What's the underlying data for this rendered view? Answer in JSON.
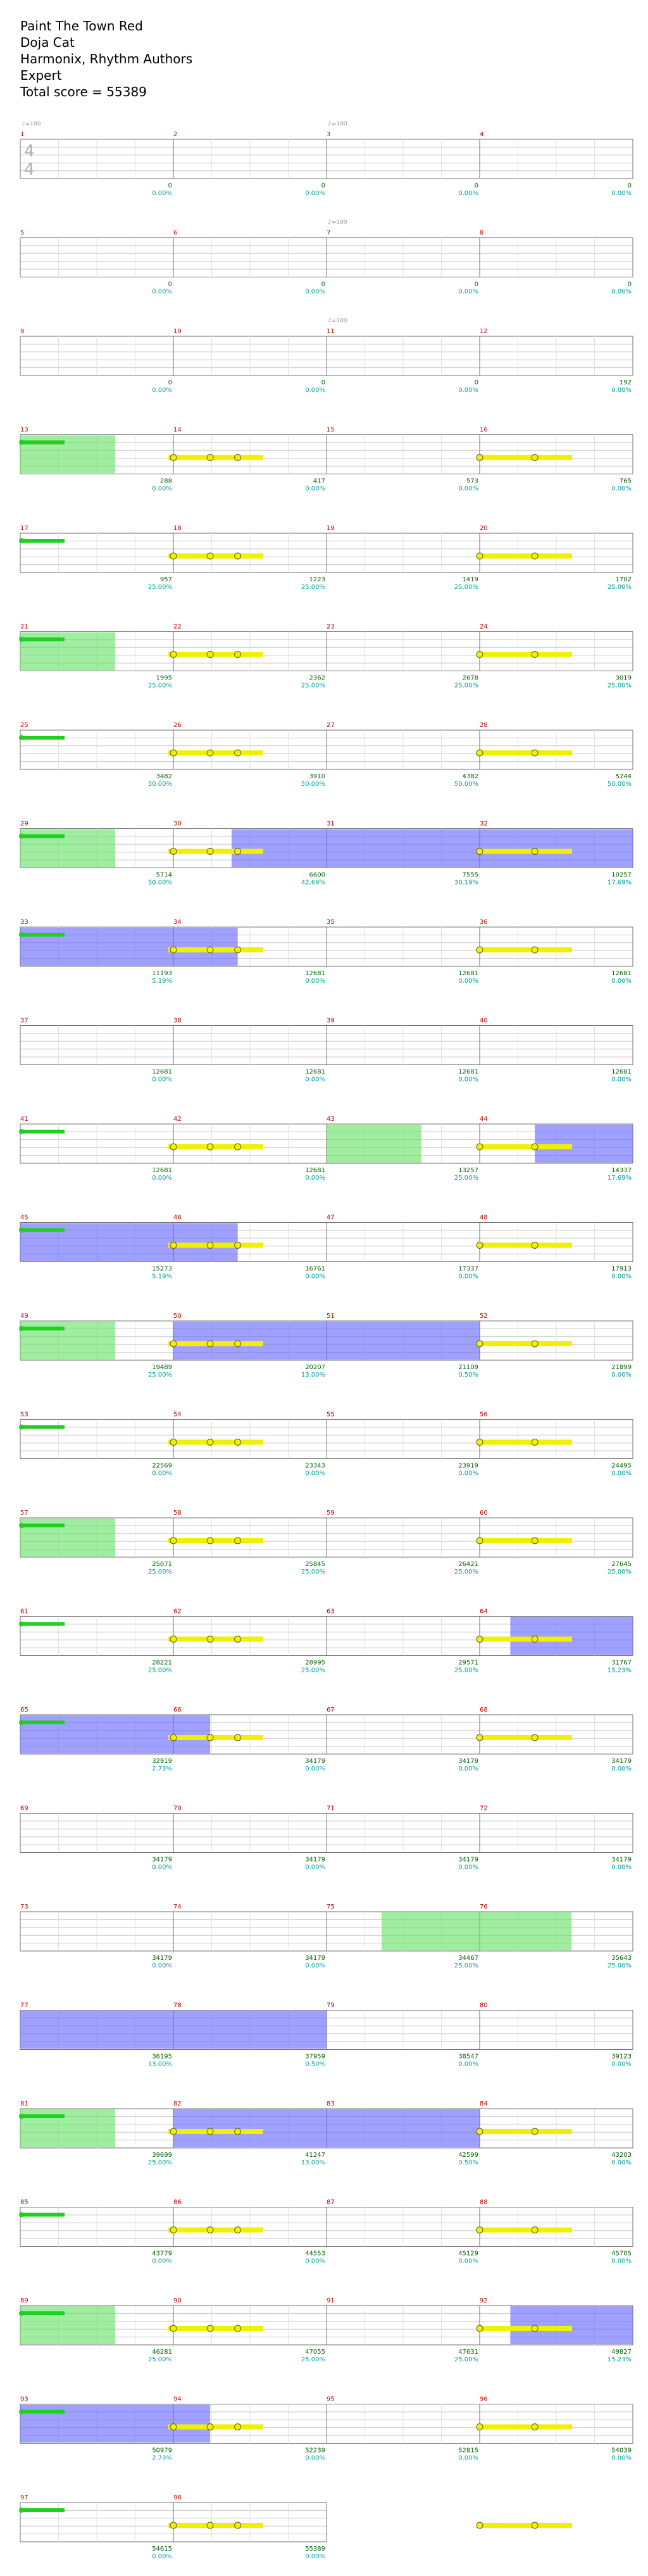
{
  "header": {
    "title": "Paint The Town Red",
    "artist": "Doja Cat",
    "charter": "Harmonix, Rhythm Authors",
    "difficulty": "Expert",
    "total_score": "Total score = 55389"
  },
  "time_signature": {
    "numerator": "4",
    "denominator": "4"
  },
  "colors": {
    "staff_line": "#c8c8c8",
    "measure_number": "#c00000",
    "score": "#006000",
    "percent": "#00a0a0",
    "star_power": "#6060ff",
    "activation": "#60e060",
    "note_yellow": "#f0f000",
    "note_green": "#20d020",
    "note_red": "#e00000",
    "note_orange": "#f08000"
  },
  "measures": [
    {
      "n": "1",
      "tempo": "♪=100",
      "score": "0",
      "pct": "0.00%"
    },
    {
      "n": "2",
      "tempo": "",
      "score": "0",
      "pct": "0.00%"
    },
    {
      "n": "3",
      "tempo": "♪=100",
      "score": "0",
      "pct": "0.00%"
    },
    {
      "n": "4",
      "tempo": "",
      "score": "0",
      "pct": "0.00%"
    },
    {
      "n": "5",
      "tempo": "",
      "score": "0",
      "pct": "0.00%"
    },
    {
      "n": "6",
      "tempo": "",
      "score": "0",
      "pct": "0.00%"
    },
    {
      "n": "7",
      "tempo": "♪=100",
      "score": "0",
      "pct": "0.00%"
    },
    {
      "n": "8",
      "tempo": "",
      "score": "0",
      "pct": "0.00%"
    },
    {
      "n": "9",
      "tempo": "",
      "score": "0",
      "pct": "0.00%"
    },
    {
      "n": "10",
      "tempo": "",
      "score": "0",
      "pct": "0.00%"
    },
    {
      "n": "11",
      "tempo": "♪=100",
      "score": "0",
      "pct": "0.00%"
    },
    {
      "n": "12",
      "tempo": "",
      "score": "192",
      "pct": "0.00%"
    },
    {
      "n": "13",
      "tempo": "",
      "score": "288",
      "pct": "0.00%"
    },
    {
      "n": "14",
      "tempo": "",
      "score": "417",
      "pct": "0.00%"
    },
    {
      "n": "15",
      "tempo": "",
      "score": "573",
      "pct": "0.00%"
    },
    {
      "n": "16",
      "tempo": "",
      "score": "765",
      "pct": "0.00%"
    },
    {
      "n": "17",
      "tempo": "",
      "score": "957",
      "pct": "25.00%"
    },
    {
      "n": "18",
      "tempo": "",
      "score": "1223",
      "pct": "25.00%"
    },
    {
      "n": "19",
      "tempo": "",
      "score": "1419",
      "pct": "25.00%"
    },
    {
      "n": "20",
      "tempo": "",
      "score": "1702",
      "pct": "25.00%"
    },
    {
      "n": "21",
      "tempo": "",
      "score": "1995",
      "pct": "25.00%"
    },
    {
      "n": "22",
      "tempo": "",
      "score": "2362",
      "pct": "25.00%"
    },
    {
      "n": "23",
      "tempo": "",
      "score": "2678",
      "pct": "25.00%"
    },
    {
      "n": "24",
      "tempo": "",
      "score": "3019",
      "pct": "25.00%"
    },
    {
      "n": "25",
      "tempo": "",
      "score": "3482",
      "pct": "50.00%"
    },
    {
      "n": "26",
      "tempo": "",
      "score": "3910",
      "pct": "50.00%"
    },
    {
      "n": "27",
      "tempo": "",
      "score": "4382",
      "pct": "50.00%"
    },
    {
      "n": "28",
      "tempo": "",
      "score": "5244",
      "pct": "50.00%"
    },
    {
      "n": "29",
      "tempo": "",
      "score": "5714",
      "pct": "50.00%"
    },
    {
      "n": "30",
      "tempo": "",
      "score": "6600",
      "pct": "42.69%"
    },
    {
      "n": "31",
      "tempo": "",
      "score": "7555",
      "pct": "30.19%"
    },
    {
      "n": "32",
      "tempo": "",
      "score": "10257",
      "pct": "17.69%"
    },
    {
      "n": "33",
      "tempo": "",
      "score": "11193",
      "pct": "5.19%"
    },
    {
      "n": "34",
      "tempo": "",
      "score": "12681",
      "pct": "0.00%"
    },
    {
      "n": "35",
      "tempo": "",
      "score": "12681",
      "pct": "0.00%"
    },
    {
      "n": "36",
      "tempo": "",
      "score": "12681",
      "pct": "0.00%"
    },
    {
      "n": "37",
      "tempo": "",
      "score": "12681",
      "pct": "0.00%"
    },
    {
      "n": "38",
      "tempo": "",
      "score": "12681",
      "pct": "0.00%"
    },
    {
      "n": "39",
      "tempo": "",
      "score": "12681",
      "pct": "0.00%"
    },
    {
      "n": "40",
      "tempo": "",
      "score": "12681",
      "pct": "0.00%"
    },
    {
      "n": "41",
      "tempo": "",
      "score": "12681",
      "pct": "0.00%"
    },
    {
      "n": "42",
      "tempo": "",
      "score": "12681",
      "pct": "0.00%"
    },
    {
      "n": "43",
      "tempo": "",
      "score": "13257",
      "pct": "25.00%"
    },
    {
      "n": "44",
      "tempo": "",
      "score": "14337",
      "pct": "17.69%"
    },
    {
      "n": "45",
      "tempo": "",
      "score": "15273",
      "pct": "5.19%"
    },
    {
      "n": "46",
      "tempo": "",
      "score": "16761",
      "pct": "0.00%"
    },
    {
      "n": "47",
      "tempo": "",
      "score": "17337",
      "pct": "0.00%"
    },
    {
      "n": "48",
      "tempo": "",
      "score": "17913",
      "pct": "0.00%"
    },
    {
      "n": "49",
      "tempo": "",
      "score": "19489",
      "pct": "25.00%"
    },
    {
      "n": "50",
      "tempo": "",
      "score": "20207",
      "pct": "13.00%"
    },
    {
      "n": "51",
      "tempo": "",
      "score": "21109",
      "pct": "0.50%"
    },
    {
      "n": "52",
      "tempo": "",
      "score": "21899",
      "pct": "0.00%"
    },
    {
      "n": "53",
      "tempo": "",
      "score": "22569",
      "pct": "0.00%"
    },
    {
      "n": "54",
      "tempo": "",
      "score": "23343",
      "pct": "0.00%"
    },
    {
      "n": "55",
      "tempo": "",
      "score": "23919",
      "pct": "0.00%"
    },
    {
      "n": "56",
      "tempo": "",
      "score": "24495",
      "pct": "0.00%"
    },
    {
      "n": "57",
      "tempo": "",
      "score": "25071",
      "pct": "25.00%"
    },
    {
      "n": "58",
      "tempo": "",
      "score": "25845",
      "pct": "25.00%"
    },
    {
      "n": "59",
      "tempo": "",
      "score": "26421",
      "pct": "25.00%"
    },
    {
      "n": "60",
      "tempo": "",
      "score": "27645",
      "pct": "25.00%"
    },
    {
      "n": "61",
      "tempo": "",
      "score": "28221",
      "pct": "25.00%"
    },
    {
      "n": "62",
      "tempo": "",
      "score": "28995",
      "pct": "25.00%"
    },
    {
      "n": "63",
      "tempo": "",
      "score": "29571",
      "pct": "25.00%"
    },
    {
      "n": "64",
      "tempo": "",
      "score": "31767",
      "pct": "15.23%"
    },
    {
      "n": "65",
      "tempo": "",
      "score": "32919",
      "pct": "2.73%"
    },
    {
      "n": "66",
      "tempo": "",
      "score": "34179",
      "pct": "0.00%"
    },
    {
      "n": "67",
      "tempo": "",
      "score": "34179",
      "pct": "0.00%"
    },
    {
      "n": "68",
      "tempo": "",
      "score": "34179",
      "pct": "0.00%"
    },
    {
      "n": "69",
      "tempo": "",
      "score": "34179",
      "pct": "0.00%"
    },
    {
      "n": "70",
      "tempo": "",
      "score": "34179",
      "pct": "0.00%"
    },
    {
      "n": "71",
      "tempo": "",
      "score": "34179",
      "pct": "0.00%"
    },
    {
      "n": "72",
      "tempo": "",
      "score": "34179",
      "pct": "0.00%"
    },
    {
      "n": "73",
      "tempo": "",
      "score": "34179",
      "pct": "0.00%"
    },
    {
      "n": "74",
      "tempo": "",
      "score": "34179",
      "pct": "0.00%"
    },
    {
      "n": "75",
      "tempo": "",
      "score": "34467",
      "pct": "25.00%"
    },
    {
      "n": "76",
      "tempo": "",
      "score": "35643",
      "pct": "25.00%"
    },
    {
      "n": "77",
      "tempo": "",
      "score": "36195",
      "pct": "13.00%"
    },
    {
      "n": "78",
      "tempo": "",
      "score": "37959",
      "pct": "0.50%"
    },
    {
      "n": "79",
      "tempo": "",
      "score": "38547",
      "pct": "0.00%"
    },
    {
      "n": "80",
      "tempo": "",
      "score": "39123",
      "pct": "0.00%"
    },
    {
      "n": "81",
      "tempo": "",
      "score": "39699",
      "pct": "25.00%"
    },
    {
      "n": "82",
      "tempo": "",
      "score": "41247",
      "pct": "13.00%"
    },
    {
      "n": "83",
      "tempo": "",
      "score": "42599",
      "pct": "0.50%"
    },
    {
      "n": "84",
      "tempo": "",
      "score": "43203",
      "pct": "0.00%"
    },
    {
      "n": "85",
      "tempo": "",
      "score": "43779",
      "pct": "0.00%"
    },
    {
      "n": "86",
      "tempo": "",
      "score": "44553",
      "pct": "0.00%"
    },
    {
      "n": "87",
      "tempo": "",
      "score": "45129",
      "pct": "0.00%"
    },
    {
      "n": "88",
      "tempo": "",
      "score": "45705",
      "pct": "0.00%"
    },
    {
      "n": "89",
      "tempo": "",
      "score": "46281",
      "pct": "25.00%"
    },
    {
      "n": "90",
      "tempo": "",
      "score": "47055",
      "pct": "25.00%"
    },
    {
      "n": "91",
      "tempo": "",
      "score": "47631",
      "pct": "25.00%"
    },
    {
      "n": "92",
      "tempo": "",
      "score": "49827",
      "pct": "15.23%"
    },
    {
      "n": "93",
      "tempo": "",
      "score": "50979",
      "pct": "2.73%"
    },
    {
      "n": "94",
      "tempo": "",
      "score": "52239",
      "pct": "0.00%"
    },
    {
      "n": "95",
      "tempo": "",
      "score": "52815",
      "pct": "0.00%"
    },
    {
      "n": "96",
      "tempo": "",
      "score": "54039",
      "pct": "0.00%"
    },
    {
      "n": "97",
      "tempo": "",
      "score": "54615",
      "pct": "0.00%"
    },
    {
      "n": "98",
      "tempo": "",
      "score": "55389",
      "pct": "0.00%"
    }
  ]
}
